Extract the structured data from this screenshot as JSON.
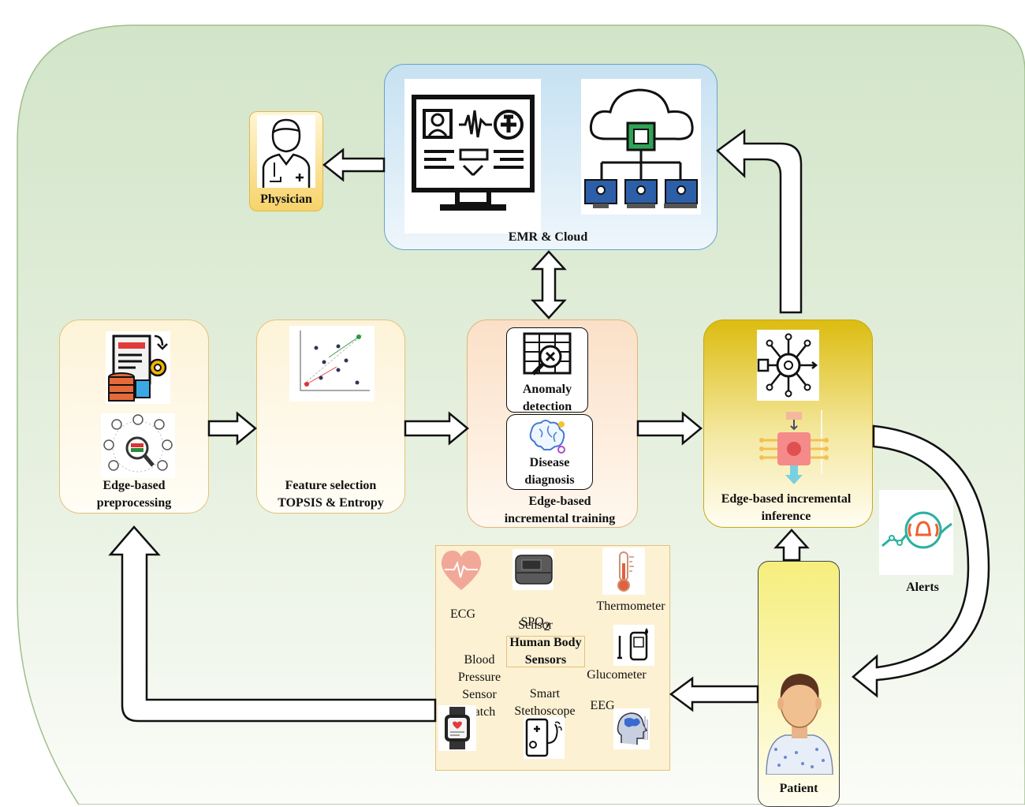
{
  "labels": {
    "physician": "Physician",
    "emr_cloud": "EMR & Cloud",
    "preprocessing": "Edge-based\npreprocessing",
    "feature_selection": "Feature selection\nTOPSIS & Entropy",
    "anomaly_detection": "Anomaly\ndetection",
    "disease_diagnosis": "Disease\ndiagnosis",
    "incremental_training": "Edge-based\nincremental  training",
    "incremental_inference": "Edge-based incremental\ninference",
    "alerts": "Alerts",
    "patient": "Patient",
    "human_body_sensors": "Human Body\nSensors"
  },
  "sensors": {
    "ecg": "ECG",
    "spo2_main": "SPO",
    "spo2_sub": "2",
    "spo2_sensor": "Sensor",
    "thermometer": "Thermometer",
    "glucometer": "Glucometer",
    "blood_pressure": "Blood\nPressure\nSensor\nWatch",
    "smart_stethoscope": "Smart\nStethoscope",
    "eeg": "EEG"
  },
  "colors": {
    "background_green": "#d6e7cf",
    "cloud_blue": "#d2e8f5",
    "node_border": "#e2c479",
    "inference_gold": "#e2c41a",
    "patient_yellow": "#f7f08a",
    "sensor_panel": "#fdf1d3"
  },
  "icons": [
    "physician-icon",
    "monitor-icon",
    "cloud-network-icon",
    "document-database-icon",
    "magnifier-network-icon",
    "scatter-plot-icon",
    "anomaly-table-icon",
    "brain-icon",
    "neural-network-icon",
    "ai-chip-icon",
    "alert-bell-icon",
    "heart-icon",
    "pulse-oximeter-icon",
    "thermometer-icon",
    "glucometer-icon",
    "smartwatch-icon",
    "stethoscope-phone-icon",
    "eeg-head-icon",
    "patient-icon"
  ]
}
